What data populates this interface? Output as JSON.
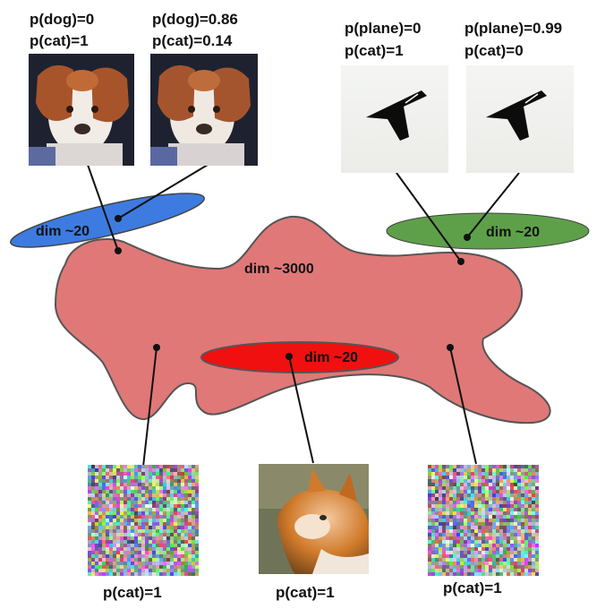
{
  "top_left": {
    "dog_original": {
      "line1": "p(dog)=0",
      "line2": "p(cat)=1"
    },
    "dog_adversarial": {
      "line1": "p(dog)=0.86",
      "line2": "p(cat)=0.14"
    }
  },
  "top_right": {
    "plane_original": {
      "line1": "p(plane)=0",
      "line2": "p(cat)=1"
    },
    "plane_adversarial": {
      "line1": "p(plane)=0.99",
      "line2": "p(cat)=0"
    }
  },
  "regions": {
    "large": "dim ~3000",
    "blue": "dim ~20",
    "green": "dim ~20",
    "red": "dim ~20"
  },
  "bottom": {
    "noise_left": "p(cat)=1",
    "cat_photo": "p(cat)=1",
    "noise_right": "p(cat)=1"
  },
  "colors": {
    "large_region": "#e07878",
    "blue_region": "#3d7be0",
    "green_region": "#5ea04a",
    "red_region": "#f01010",
    "outline": "#555555"
  },
  "icons": [
    "dog-image",
    "cat-image",
    "plane-image",
    "noise-image"
  ]
}
